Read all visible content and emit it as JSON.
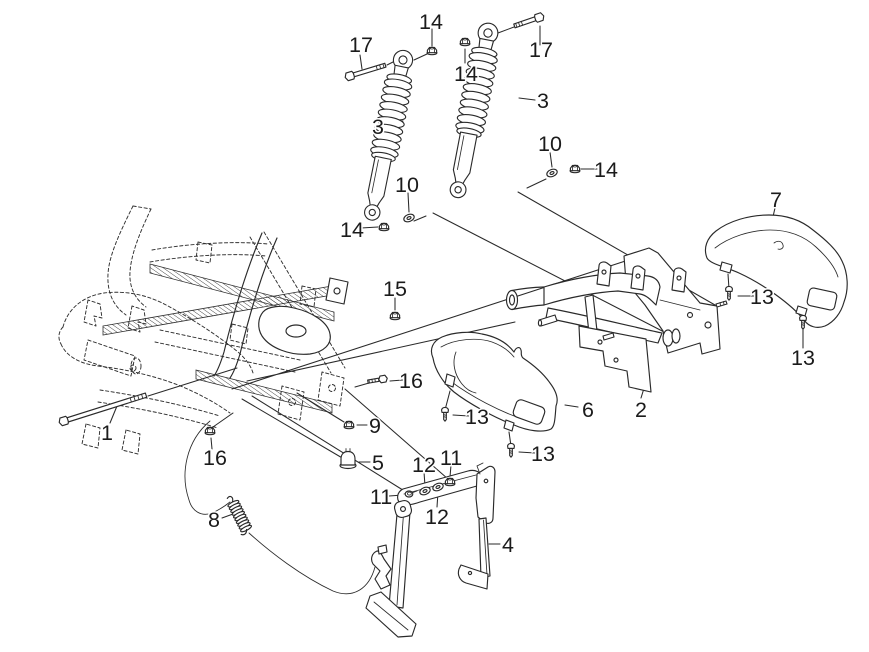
{
  "figure": {
    "kind": "exploded-parts-diagram",
    "background": "#ffffff",
    "line_color": "#2a2a2a",
    "label_color": "#1b1b1b"
  },
  "callouts": [
    {
      "part": "17"
    },
    {
      "part": "14"
    },
    {
      "part": "14"
    },
    {
      "part": "17"
    },
    {
      "part": "3"
    },
    {
      "part": "3"
    },
    {
      "part": "10"
    },
    {
      "part": "14"
    },
    {
      "part": "10"
    },
    {
      "part": "14"
    },
    {
      "part": "7"
    },
    {
      "part": "15"
    },
    {
      "part": "13"
    },
    {
      "part": "13"
    },
    {
      "part": "16"
    },
    {
      "part": "2"
    },
    {
      "part": "6"
    },
    {
      "part": "13"
    },
    {
      "part": "1"
    },
    {
      "part": "9"
    },
    {
      "part": "16"
    },
    {
      "part": "13"
    },
    {
      "part": "5"
    },
    {
      "part": "12"
    },
    {
      "part": "11"
    },
    {
      "part": "11"
    },
    {
      "part": "8"
    },
    {
      "part": "12"
    },
    {
      "part": "4"
    }
  ]
}
